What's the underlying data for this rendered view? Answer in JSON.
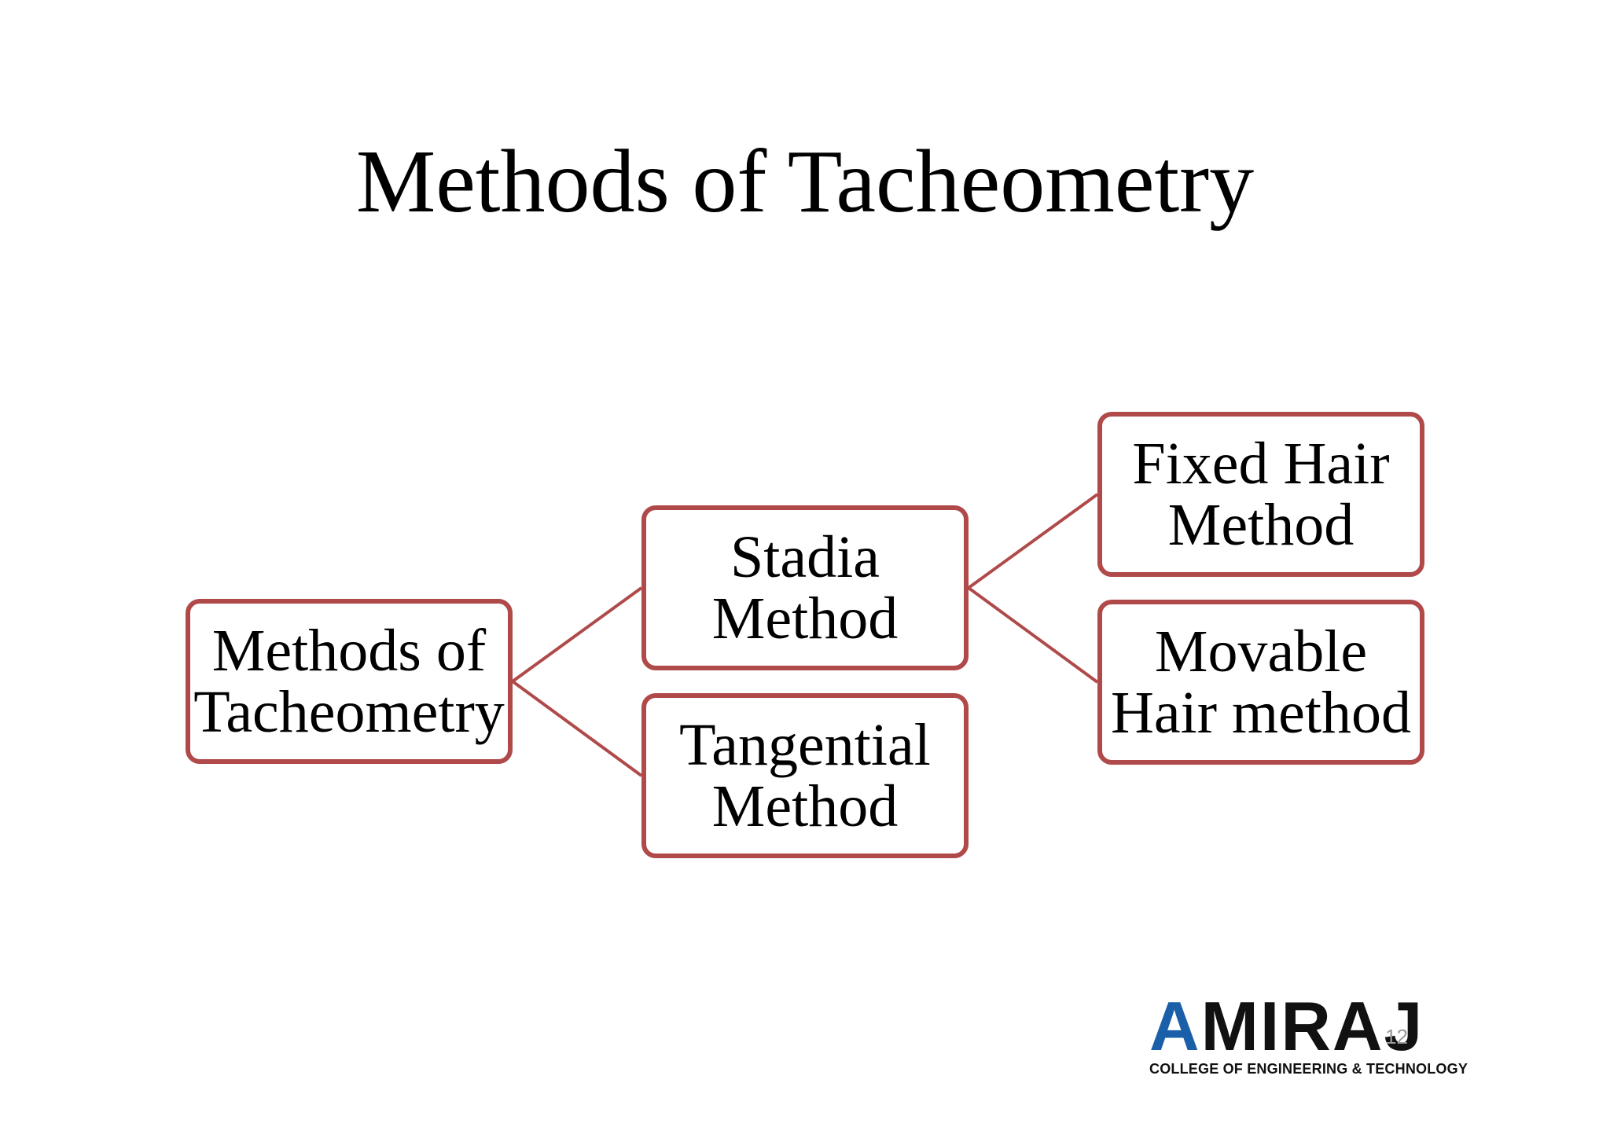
{
  "slide": {
    "title": "Methods of Tacheometry",
    "page_number": "12"
  },
  "diagram": {
    "nodes": [
      {
        "id": "root",
        "label": "Methods of\nTacheometry"
      },
      {
        "id": "stadia",
        "label": "Stadia\nMethod"
      },
      {
        "id": "tangential",
        "label": "Tangential\nMethod"
      },
      {
        "id": "fixed_hair",
        "label": "Fixed Hair\nMethod"
      },
      {
        "id": "movable_hair",
        "label": "Movable\nHair method"
      }
    ],
    "edges": [
      {
        "from": "root",
        "to": "stadia"
      },
      {
        "from": "root",
        "to": "tangential"
      },
      {
        "from": "stadia",
        "to": "fixed_hair"
      },
      {
        "from": "stadia",
        "to": "movable_hair"
      }
    ],
    "box_border_color": "#b04a4a",
    "connector_color": "#b04a4a"
  },
  "logo": {
    "word": "AMIRAJ",
    "word_accent_letters": "A",
    "subtitle": "COLLEGE OF ENGINEERING & TECHNOLOGY",
    "dark_color": "#111111",
    "accent_color": "#1a5fa8"
  }
}
